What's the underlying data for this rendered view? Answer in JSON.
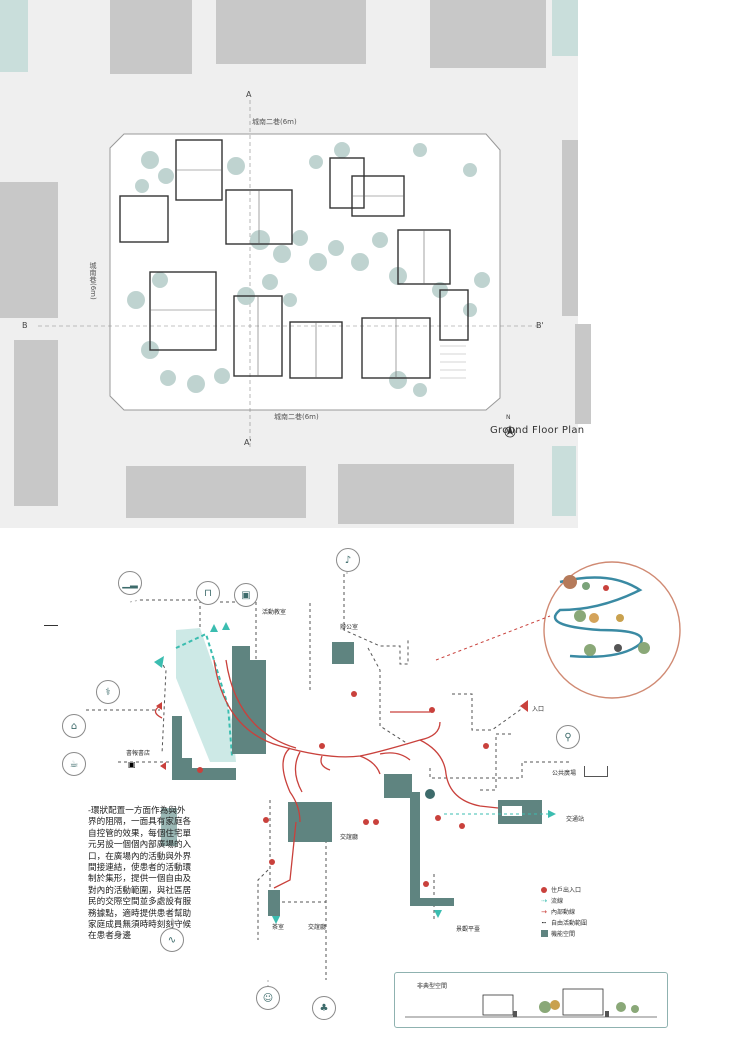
{
  "plan": {
    "title": "Ground Floor Plan",
    "north": "N",
    "section_a_top": "A",
    "section_a_bottom": "A'",
    "section_b_left": "B",
    "section_b_right": "B'",
    "street_top": "城南二巷(6m)",
    "street_bottom": "城南二巷(6m)",
    "street_left": "城南巷(6m)"
  },
  "diagram": {
    "labels": {
      "activity_room": "活動教室",
      "office": "辦公室",
      "entrance": "入口",
      "public_plaza": "公共廣場",
      "transport": "交通站",
      "meeting": "交誼廳",
      "dining": "交誼廳",
      "library": "茶室",
      "orchard": "景觀平臺",
      "newsstand": "書報書店"
    },
    "description": "-環狀配置一方面作為與外界的阻隔，一面具有家庭各自控管的效果，每個住宅單元另設一個個內部廣場的入口，在廣場內的活動與外界間接連結，使患者的活動環制於集形，提供一個自由及對內的活動範圍，與社區居民的交際空間並多處設有服務據點，適時提供患者幫助家庭成員無須時時刻刻守候在患者身邊",
    "legend": [
      {
        "symbol": "dot",
        "text": "住戶出入口"
      },
      {
        "symbol": "arrow",
        "text": "流線"
      },
      {
        "symbol": "line",
        "text": "內部動線"
      },
      {
        "symbol": "dash",
        "text": "自由活動範圍"
      },
      {
        "symbol": "square",
        "text": "機能空間"
      }
    ],
    "section_title": "非典型空間"
  },
  "colors": {
    "teal": "#5f8480",
    "red": "#c9413c",
    "accent": "#3bbdb0"
  }
}
